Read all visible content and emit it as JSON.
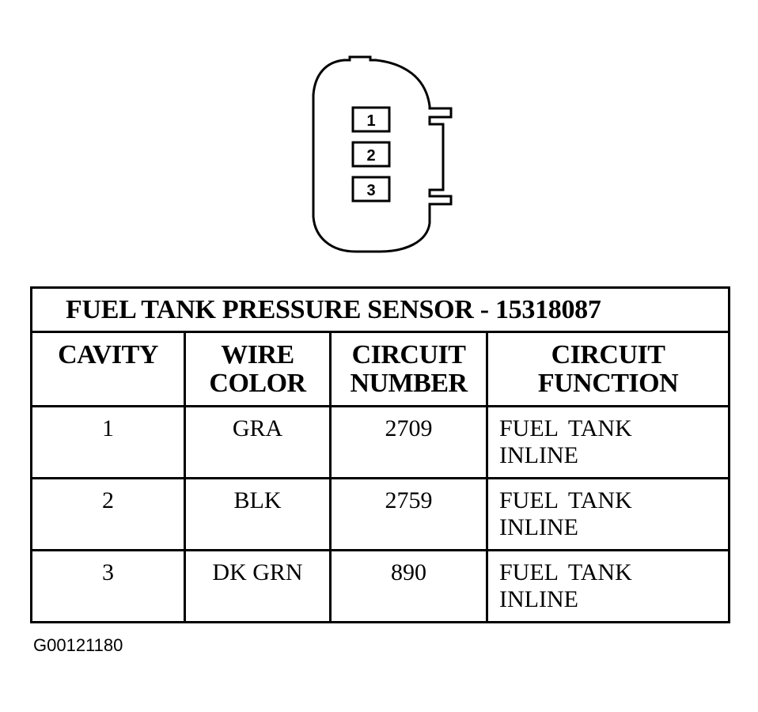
{
  "connector": {
    "pins": [
      "1",
      "2",
      "3"
    ]
  },
  "table": {
    "title": "FUEL TANK PRESSURE SENSOR - 15318087",
    "headers": [
      [
        "CAVITY"
      ],
      [
        "WIRE",
        "COLOR"
      ],
      [
        "CIRCUIT",
        "NUMBER"
      ],
      [
        "CIRCUIT",
        "FUNCTION"
      ]
    ],
    "rows": [
      {
        "cavity": "1",
        "wire_color": "GRA",
        "circuit_number": "2709",
        "function": [
          "FUEL TANK",
          "INLINE"
        ]
      },
      {
        "cavity": "2",
        "wire_color": "BLK",
        "circuit_number": "2759",
        "function": [
          "FUEL TANK",
          "INLINE"
        ]
      },
      {
        "cavity": "3",
        "wire_color": "DK GRN",
        "circuit_number": "890",
        "function": [
          "FUEL TANK",
          "INLINE"
        ]
      }
    ]
  },
  "figure_id": "G00121180"
}
